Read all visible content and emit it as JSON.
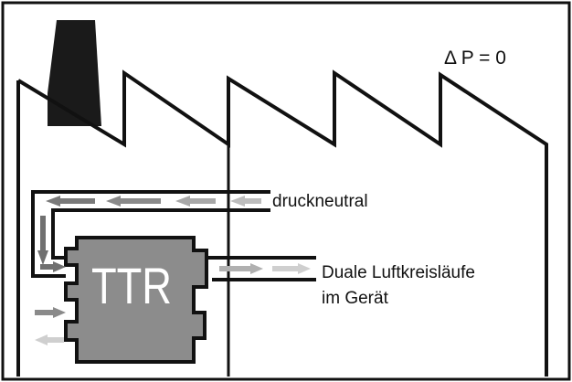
{
  "labels": {
    "pressure": "Δ P = 0",
    "neutral": "druckneutral",
    "dual_line1": "Duale Luftkreisläufe",
    "dual_line2": "im Gerät",
    "device": "TTR"
  },
  "colors": {
    "frame": "#111111",
    "chimney": "#1a1a1a",
    "device_body": "#8c8c8c",
    "arrow_dark": "#707070",
    "arrow_mid": "#8a8a8a",
    "arrow_light": "#bdbdbd",
    "arrow_pale": "#cfcfcf"
  }
}
